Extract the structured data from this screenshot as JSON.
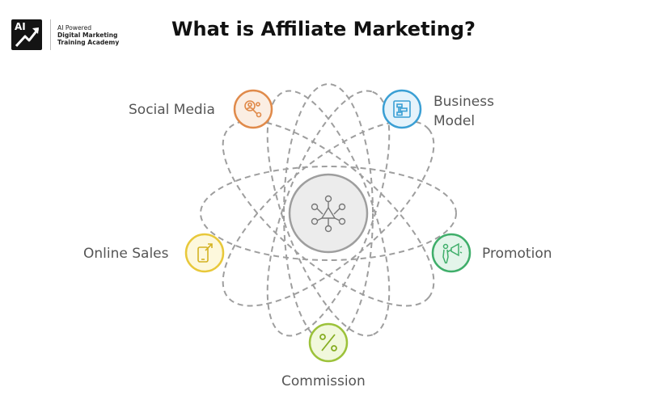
{
  "logo": {
    "mark_text": "AI",
    "line1": "AI Powered",
    "line2": "Digital Marketing",
    "line3": "Training Academy"
  },
  "title": "What is Affiliate Marketing?",
  "nodes": [
    {
      "label": "Social Media",
      "icon": "social-media-icon",
      "color": "#e08a4a",
      "fill": "#fbeee3"
    },
    {
      "label_line1": "Business",
      "label_line2": "Model",
      "icon": "business-model-icon",
      "color": "#3a9fd4",
      "fill": "#e5f3fb"
    },
    {
      "label": "Online Sales",
      "icon": "online-sales-icon",
      "color": "#e8c83a",
      "fill": "#fdf8dc"
    },
    {
      "label": "Promotion",
      "icon": "promotion-icon",
      "color": "#3fae6a",
      "fill": "#e3f5ea"
    },
    {
      "label": "Commission",
      "icon": "commission-icon",
      "color": "#9cc23a",
      "fill": "#f1f8dc"
    }
  ],
  "center": {
    "icon": "network-hub-icon",
    "color": "#9e9e9e",
    "fill": "#ececec"
  }
}
